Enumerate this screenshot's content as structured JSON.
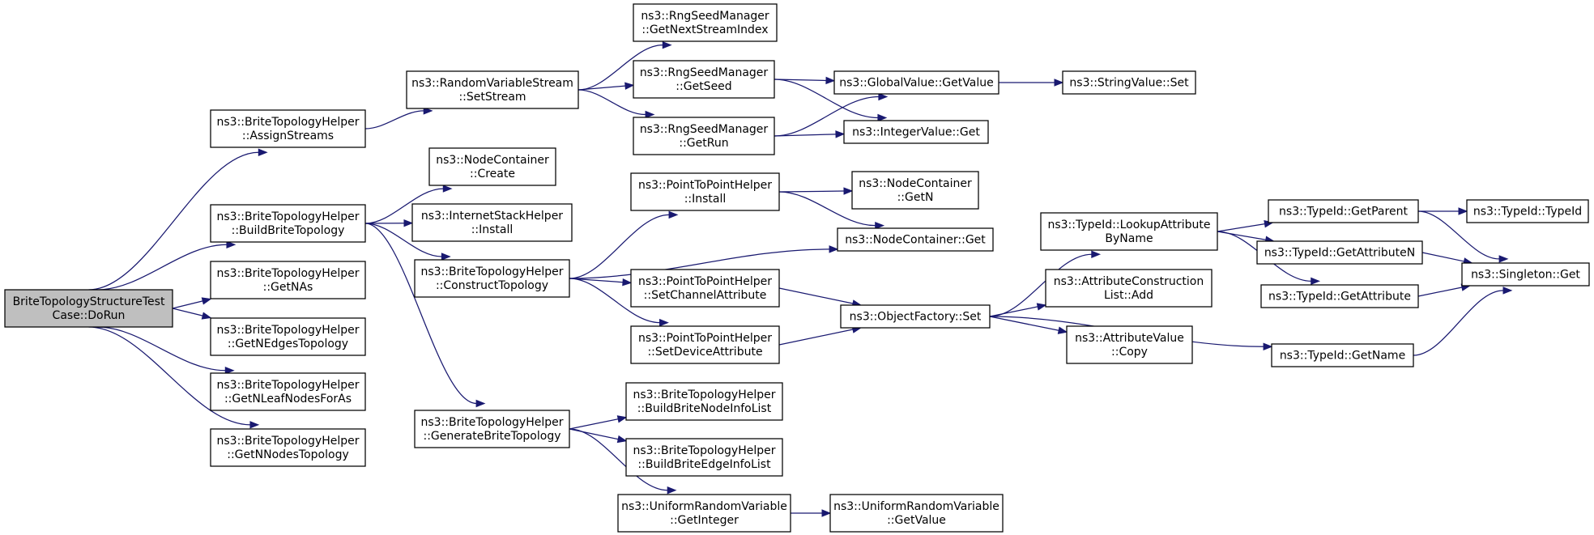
{
  "colors": {
    "edge": "#191970",
    "root_fill": "#bfbfbf",
    "node_fill": "#ffffff",
    "node_border": "#000000"
  },
  "nodes": [
    {
      "id": "root",
      "lines": [
        "BriteTopologyStructureTest",
        "Case::DoRun"
      ],
      "root": true
    },
    {
      "id": "assign",
      "lines": [
        "ns3::BriteTopologyHelper",
        "::AssignStreams"
      ]
    },
    {
      "id": "build",
      "lines": [
        "ns3::BriteTopologyHelper",
        "::BuildBriteTopology"
      ]
    },
    {
      "id": "getnas",
      "lines": [
        "ns3::BriteTopologyHelper",
        "::GetNAs"
      ]
    },
    {
      "id": "getnedges",
      "lines": [
        "ns3::BriteTopologyHelper",
        "::GetNEdgesTopology"
      ]
    },
    {
      "id": "getnleaf",
      "lines": [
        "ns3::BriteTopologyHelper",
        "::GetNLeafNodesForAs"
      ]
    },
    {
      "id": "getnnodes",
      "lines": [
        "ns3::BriteTopologyHelper",
        "::GetNNodesTopology"
      ]
    },
    {
      "id": "setstream",
      "lines": [
        "ns3::RandomVariableStream",
        "::SetStream"
      ]
    },
    {
      "id": "nccreate",
      "lines": [
        "ns3::NodeContainer",
        "::Create"
      ]
    },
    {
      "id": "isinstall",
      "lines": [
        "ns3::InternetStackHelper",
        "::Install"
      ]
    },
    {
      "id": "construct",
      "lines": [
        "ns3::BriteTopologyHelper",
        "::ConstructTopology"
      ]
    },
    {
      "id": "generate",
      "lines": [
        "ns3::BriteTopologyHelper",
        "::GenerateBriteTopology"
      ]
    },
    {
      "id": "getnextstream",
      "lines": [
        "ns3::RngSeedManager",
        "::GetNextStreamIndex"
      ]
    },
    {
      "id": "getseed",
      "lines": [
        "ns3::RngSeedManager",
        "::GetSeed"
      ]
    },
    {
      "id": "getrun",
      "lines": [
        "ns3::RngSeedManager",
        "::GetRun"
      ]
    },
    {
      "id": "p2pinstall",
      "lines": [
        "ns3::PointToPointHelper",
        "::Install"
      ]
    },
    {
      "id": "setchannel",
      "lines": [
        "ns3::PointToPointHelper",
        "::SetChannelAttribute"
      ]
    },
    {
      "id": "setdevice",
      "lines": [
        "ns3::PointToPointHelper",
        "::SetDeviceAttribute"
      ]
    },
    {
      "id": "buildnodeinfo",
      "lines": [
        "ns3::BriteTopologyHelper",
        "::BuildBriteNodeInfoList"
      ]
    },
    {
      "id": "buildedgeinfo",
      "lines": [
        "ns3::BriteTopologyHelper",
        "::BuildBriteEdgeInfoList"
      ]
    },
    {
      "id": "urvgetint",
      "lines": [
        "ns3::UniformRandomVariable",
        "::GetInteger"
      ]
    },
    {
      "id": "gvgetvalue",
      "lines": [
        "ns3::GlobalValue::GetValue"
      ]
    },
    {
      "id": "intget",
      "lines": [
        "ns3::IntegerValue::Get"
      ]
    },
    {
      "id": "ncgetn",
      "lines": [
        "ns3::NodeContainer",
        "::GetN"
      ]
    },
    {
      "id": "ncget",
      "lines": [
        "ns3::NodeContainer::Get"
      ]
    },
    {
      "id": "ofset",
      "lines": [
        "ns3::ObjectFactory::Set"
      ]
    },
    {
      "id": "urvgetvalue",
      "lines": [
        "ns3::UniformRandomVariable",
        "::GetValue"
      ]
    },
    {
      "id": "strset",
      "lines": [
        "ns3::StringValue::Set"
      ]
    },
    {
      "id": "lookupattr",
      "lines": [
        "ns3::TypeId::LookupAttribute",
        "ByName"
      ]
    },
    {
      "id": "acladd",
      "lines": [
        "ns3::AttributeConstruction",
        "List::Add"
      ]
    },
    {
      "id": "avcopy",
      "lines": [
        "ns3::AttributeValue",
        "::Copy"
      ]
    },
    {
      "id": "getparent",
      "lines": [
        "ns3::TypeId::GetParent"
      ]
    },
    {
      "id": "getattrn",
      "lines": [
        "ns3::TypeId::GetAttributeN"
      ]
    },
    {
      "id": "getattr",
      "lines": [
        "ns3::TypeId::GetAttribute"
      ]
    },
    {
      "id": "getname",
      "lines": [
        "ns3::TypeId::GetName"
      ]
    },
    {
      "id": "typeid",
      "lines": [
        "ns3::TypeId::TypeId"
      ]
    },
    {
      "id": "singleton",
      "lines": [
        "ns3::Singleton::Get"
      ]
    }
  ],
  "edges": [
    [
      "root",
      "assign"
    ],
    [
      "root",
      "build"
    ],
    [
      "root",
      "getnas"
    ],
    [
      "root",
      "getnedges"
    ],
    [
      "root",
      "getnleaf"
    ],
    [
      "root",
      "getnnodes"
    ],
    [
      "assign",
      "setstream"
    ],
    [
      "setstream",
      "getnextstream"
    ],
    [
      "setstream",
      "getseed"
    ],
    [
      "setstream",
      "getrun"
    ],
    [
      "getseed",
      "gvgetvalue"
    ],
    [
      "getseed",
      "intget"
    ],
    [
      "getrun",
      "gvgetvalue"
    ],
    [
      "getrun",
      "intget"
    ],
    [
      "gvgetvalue",
      "strset"
    ],
    [
      "build",
      "nccreate"
    ],
    [
      "build",
      "isinstall"
    ],
    [
      "build",
      "construct"
    ],
    [
      "build",
      "generate"
    ],
    [
      "construct",
      "p2pinstall"
    ],
    [
      "construct",
      "ncget"
    ],
    [
      "construct",
      "setchannel"
    ],
    [
      "construct",
      "setdevice"
    ],
    [
      "p2pinstall",
      "ncgetn"
    ],
    [
      "p2pinstall",
      "ncget"
    ],
    [
      "setchannel",
      "ofset"
    ],
    [
      "setdevice",
      "ofset"
    ],
    [
      "ofset",
      "lookupattr"
    ],
    [
      "ofset",
      "acladd"
    ],
    [
      "ofset",
      "avcopy"
    ],
    [
      "ofset",
      "getname"
    ],
    [
      "lookupattr",
      "getparent"
    ],
    [
      "lookupattr",
      "getattrn"
    ],
    [
      "lookupattr",
      "getattr"
    ],
    [
      "getparent",
      "typeid"
    ],
    [
      "getparent",
      "singleton"
    ],
    [
      "getattrn",
      "singleton"
    ],
    [
      "getattr",
      "singleton"
    ],
    [
      "getname",
      "singleton"
    ],
    [
      "generate",
      "buildnodeinfo"
    ],
    [
      "generate",
      "buildedgeinfo"
    ],
    [
      "generate",
      "urvgetint"
    ],
    [
      "urvgetint",
      "urvgetvalue"
    ]
  ]
}
